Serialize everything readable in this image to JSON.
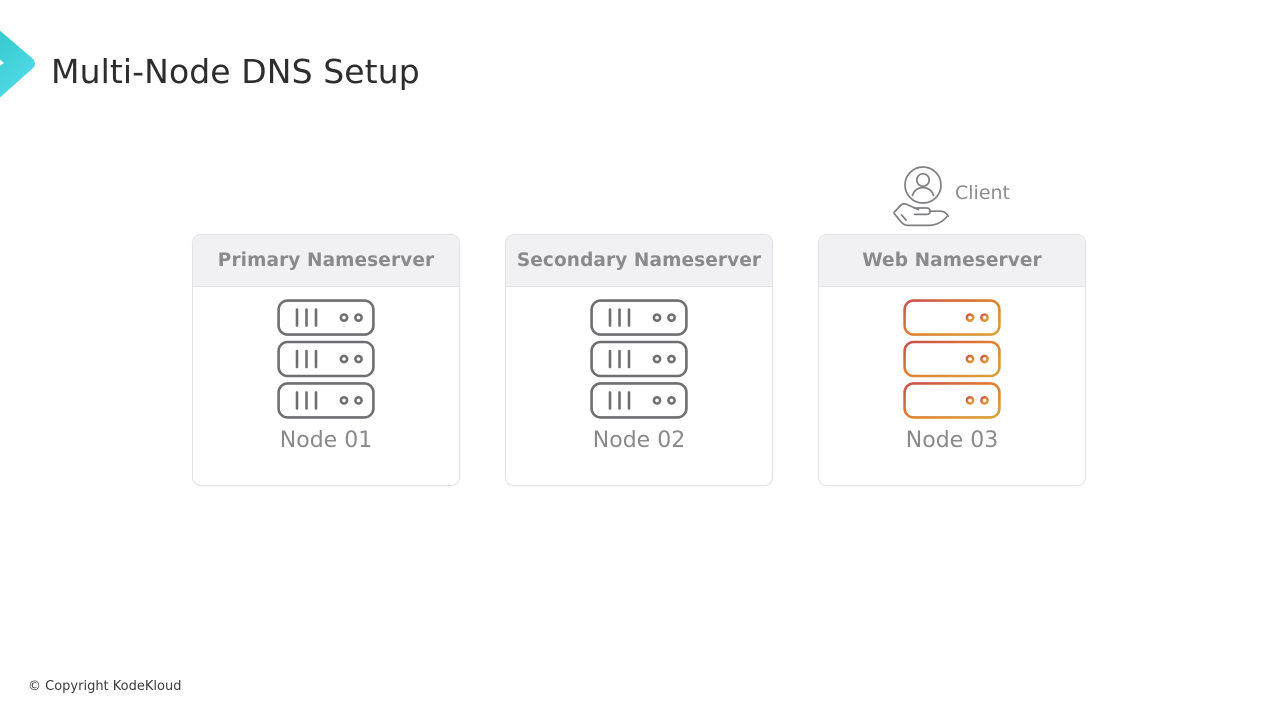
{
  "slide": {
    "title": "Multi-Node DNS Setup",
    "footer": "© Copyright KodeKloud",
    "background_color": "#ffffff",
    "title_color": "#2d2d2d"
  },
  "logo": {
    "name": "chevron-logo",
    "gradient_start": "#2ec9c4",
    "gradient_end": "#4fd8ee"
  },
  "client": {
    "label": "Client",
    "icon": "hand-holding-user-icon",
    "color": "#8a8a8c"
  },
  "cards": [
    {
      "header": "Primary Nameserver",
      "node_label": "Node 01",
      "icon": "server-stack-icon",
      "icon_style": "gray",
      "icon_color": "#6f6f72"
    },
    {
      "header": "Secondary Nameserver",
      "node_label": "Node 02",
      "icon": "server-stack-icon",
      "icon_style": "gray",
      "icon_color": "#6f6f72"
    },
    {
      "header": "Web Nameserver",
      "node_label": "Node 03",
      "icon": "server-stack-icon",
      "icon_style": "orange-gradient",
      "icon_color": "#d9622f",
      "gradient_start": "#c8504f",
      "gradient_mid": "#e0802f",
      "gradient_end": "#d9a23c"
    }
  ],
  "palette": {
    "card_border": "#e3e3e5",
    "card_header_bg": "#f1f1f3",
    "muted_text": "#8a8a8c"
  }
}
